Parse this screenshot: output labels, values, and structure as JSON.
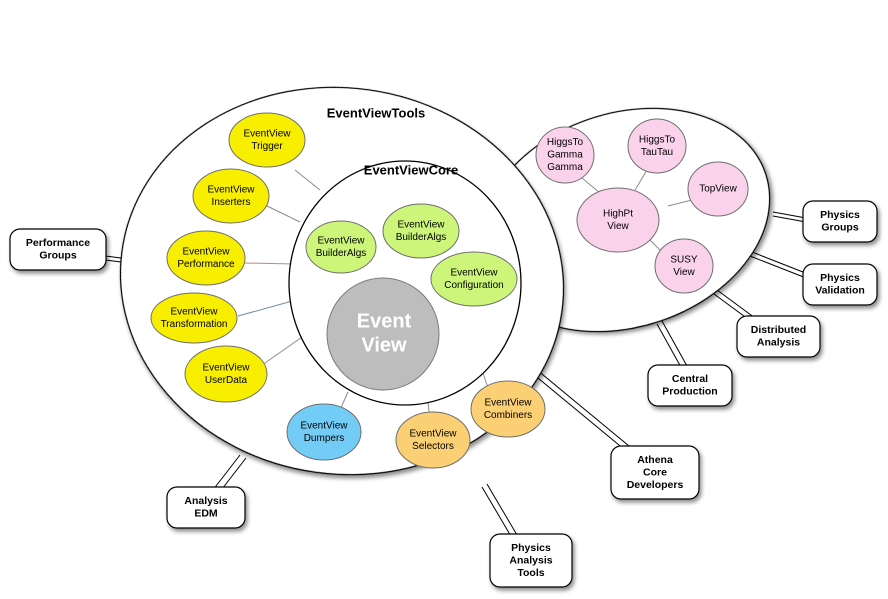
{
  "containers": {
    "tools_title": "EventViewTools",
    "core_title": "EventViewCore"
  },
  "center_node": {
    "lines": [
      "Event",
      "View"
    ]
  },
  "tool_nodes": [
    {
      "id": "trigger",
      "lines": [
        "EventView",
        "Trigger"
      ],
      "color": "#f7ee00"
    },
    {
      "id": "inserters",
      "lines": [
        "EventView",
        "Inserters"
      ],
      "color": "#f7ee00"
    },
    {
      "id": "performance",
      "lines": [
        "EventView",
        "Performance"
      ],
      "color": "#f7ee00"
    },
    {
      "id": "transformation",
      "lines": [
        "EventView",
        "Transformation"
      ],
      "color": "#f7ee00"
    },
    {
      "id": "userdata",
      "lines": [
        "EventView",
        "UserData"
      ],
      "color": "#f7ee00"
    },
    {
      "id": "dumpers",
      "lines": [
        "EventView",
        "Dumpers"
      ],
      "color": "#73ccf5"
    },
    {
      "id": "selectors",
      "lines": [
        "EventView",
        "Selectors"
      ],
      "color": "#fbcf73"
    },
    {
      "id": "combiners",
      "lines": [
        "EventView",
        "Combiners"
      ],
      "color": "#fbcf73"
    }
  ],
  "core_nodes": [
    {
      "id": "builderalgs-1",
      "lines": [
        "EventView",
        "BuilderAlgs"
      ],
      "color": "#ccf57a"
    },
    {
      "id": "builderalgs-2",
      "lines": [
        "EventView",
        "BuilderAlgs"
      ],
      "color": "#ccf57a"
    },
    {
      "id": "configuration",
      "lines": [
        "EventView",
        "Configuration"
      ],
      "color": "#ccf57a"
    }
  ],
  "highpt_nodes": [
    {
      "id": "highpt",
      "lines": [
        "HighPt",
        "View"
      ],
      "color": "#fbd2ec"
    },
    {
      "id": "higgs-gamma",
      "lines": [
        "HiggsTo",
        "Gamma",
        "Gamma"
      ],
      "color": "#fbd2ec"
    },
    {
      "id": "higgs-tau",
      "lines": [
        "HiggsTo",
        "TauTau"
      ],
      "color": "#fbd2ec"
    },
    {
      "id": "topview",
      "lines": [
        "TopView"
      ],
      "color": "#fbd2ec"
    },
    {
      "id": "susy",
      "lines": [
        "SUSY",
        "View"
      ],
      "color": "#fbd2ec"
    }
  ],
  "external_groups": [
    {
      "id": "performance-groups",
      "lines": [
        "Performance",
        "Groups"
      ]
    },
    {
      "id": "analysis-edm",
      "lines": [
        "Analysis",
        "EDM"
      ]
    },
    {
      "id": "physics-analysis-tools",
      "lines": [
        "Physics",
        "Analysis",
        "Tools"
      ]
    },
    {
      "id": "athena-core-developers",
      "lines": [
        "Athena",
        "Core",
        "Developers"
      ]
    },
    {
      "id": "central-production",
      "lines": [
        "Central",
        "Production"
      ]
    },
    {
      "id": "distributed-analysis",
      "lines": [
        "Distributed",
        "Analysis"
      ]
    },
    {
      "id": "physics-validation",
      "lines": [
        "Physics",
        "Validation"
      ]
    },
    {
      "id": "physics-groups",
      "lines": [
        "Physics",
        "Groups"
      ]
    }
  ],
  "colors": {
    "yellow": "#f7ee00",
    "blue": "#73ccf5",
    "orange": "#fbcf73",
    "green": "#ccf57a",
    "pink": "#fbd2ec",
    "grey_center": "#bdbdbd"
  }
}
